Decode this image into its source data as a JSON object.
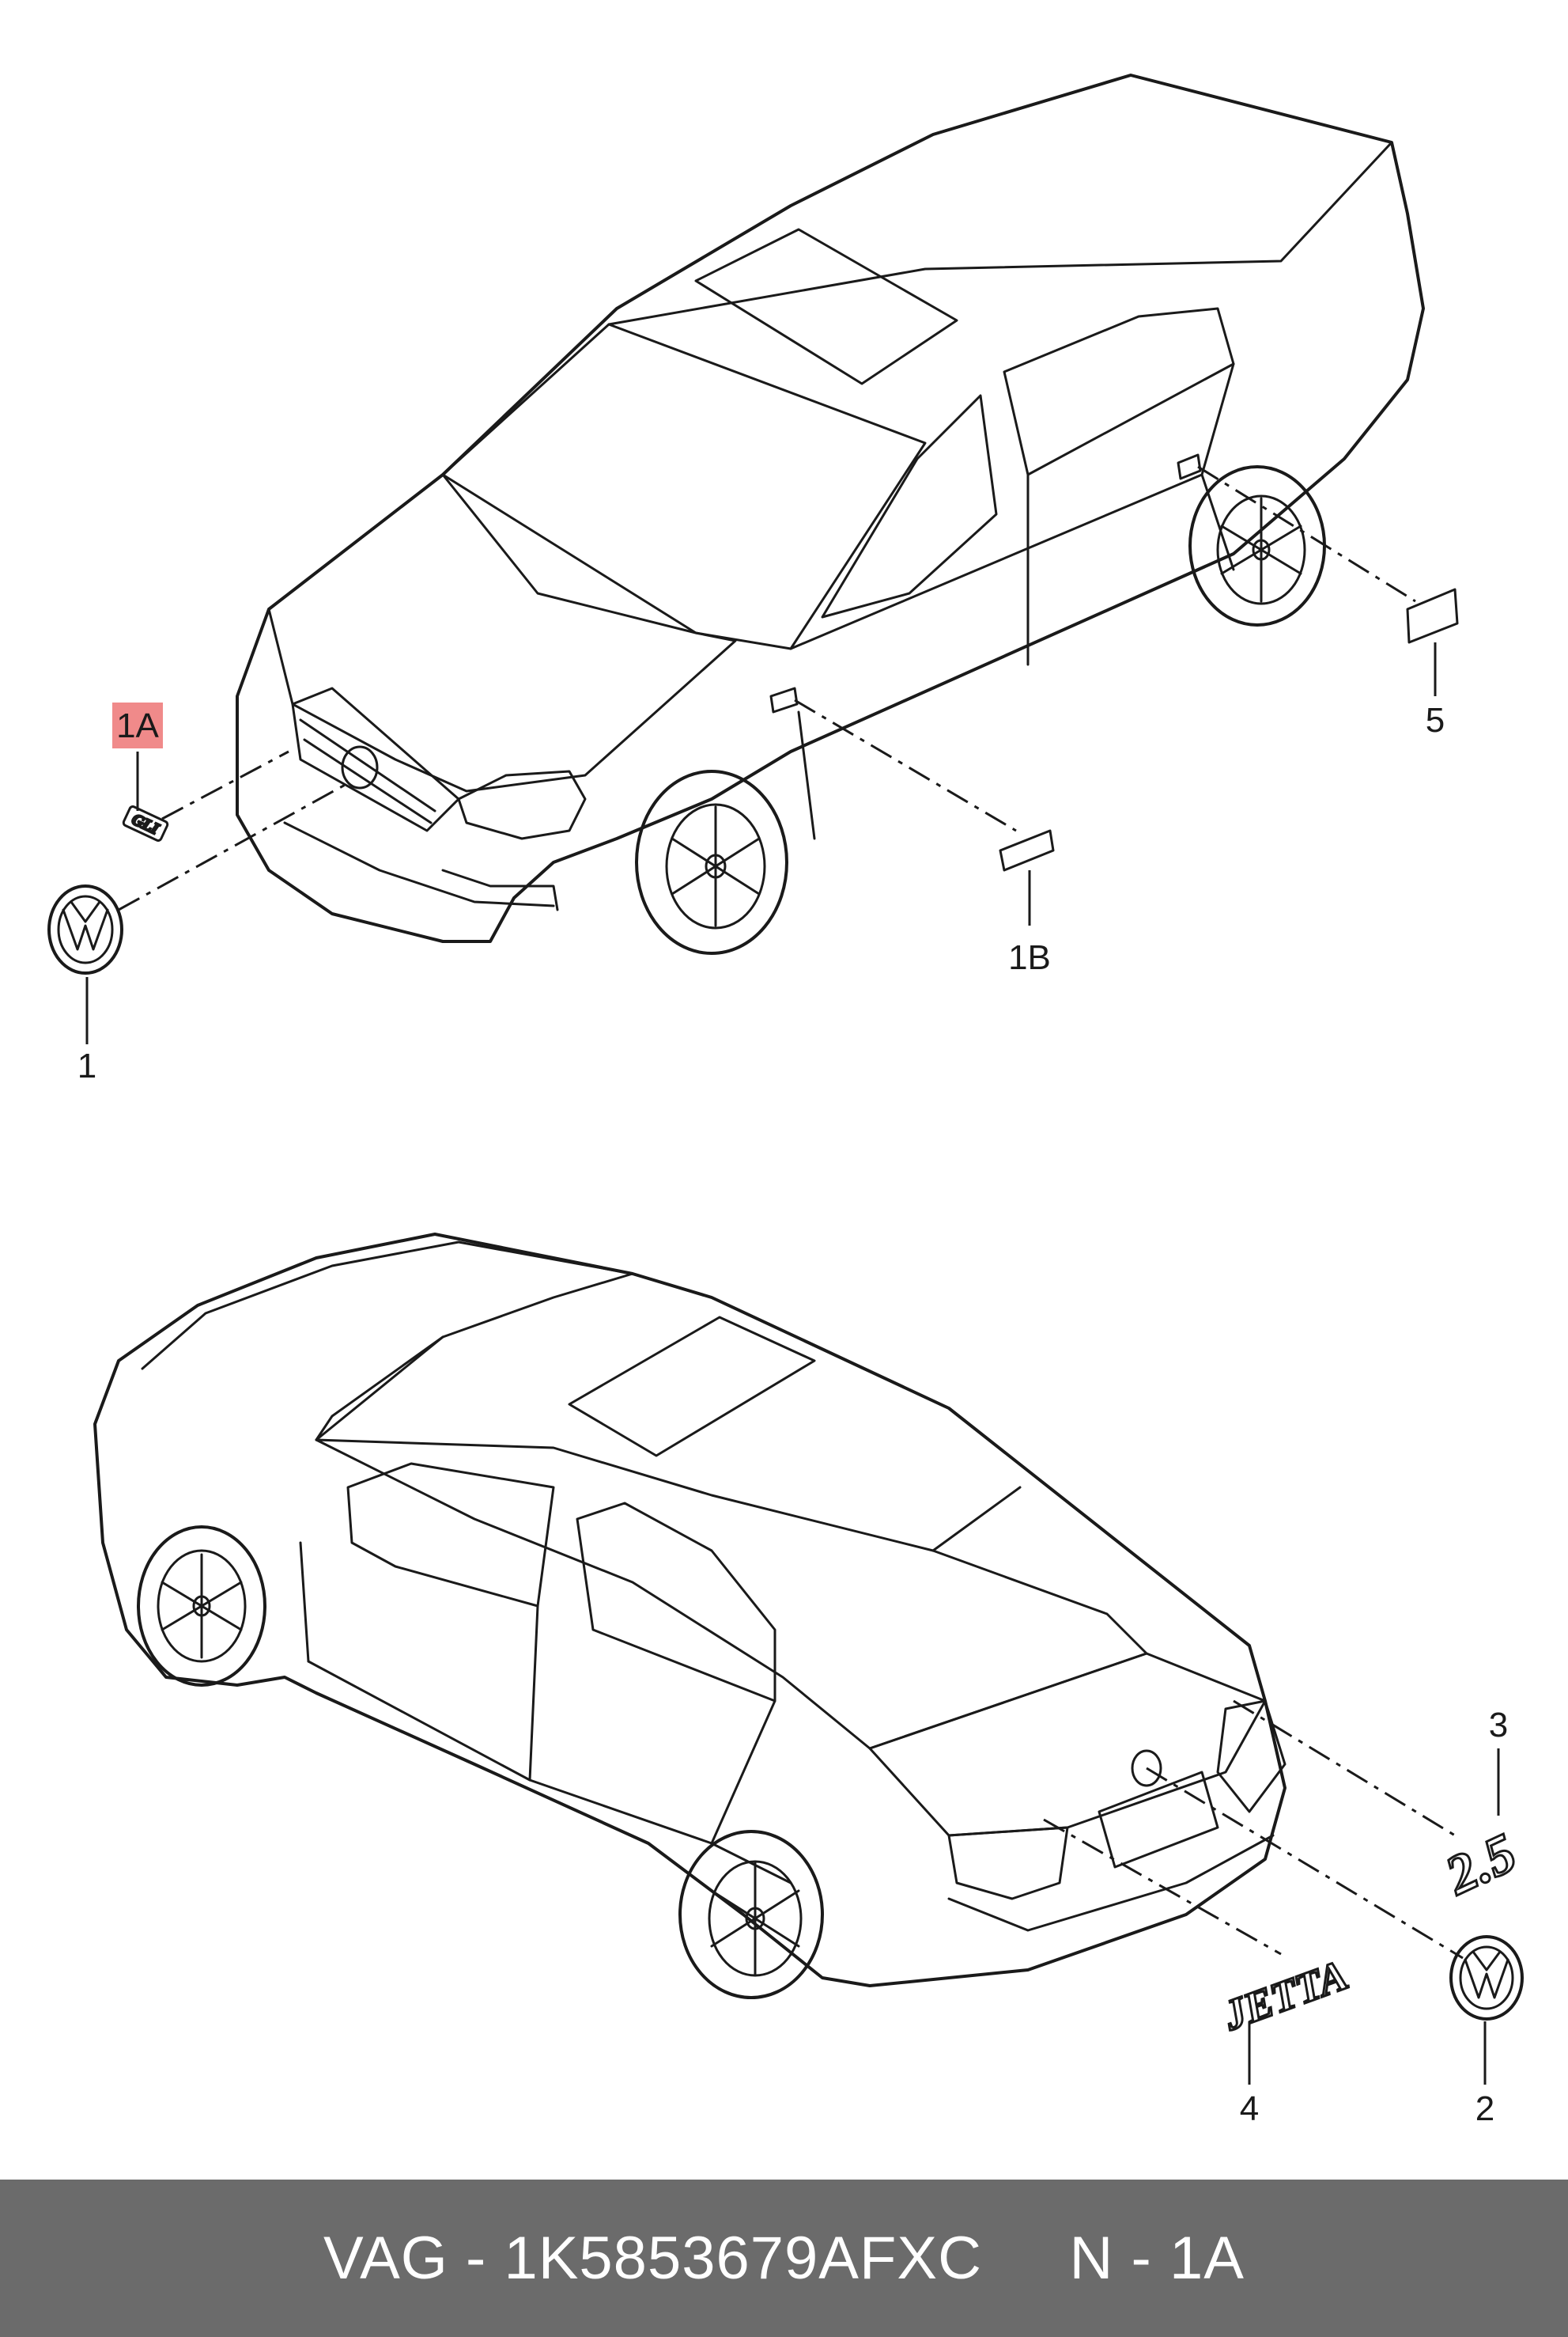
{
  "callouts": {
    "c1": "1",
    "c1a": "1A",
    "c1b": "1B",
    "c2": "2",
    "c3": "3",
    "c4": "4",
    "c5": "5"
  },
  "emblems": {
    "gli": "GLI",
    "jetta": "JETTA",
    "displacement": "2.5"
  },
  "footer": {
    "text": "VAG - 1K5853679AFXC     N - 1A"
  },
  "colors": {
    "highlight": "#f08a8a",
    "footer_bg": "#6b6b6b",
    "line": "#1a1a1a"
  }
}
